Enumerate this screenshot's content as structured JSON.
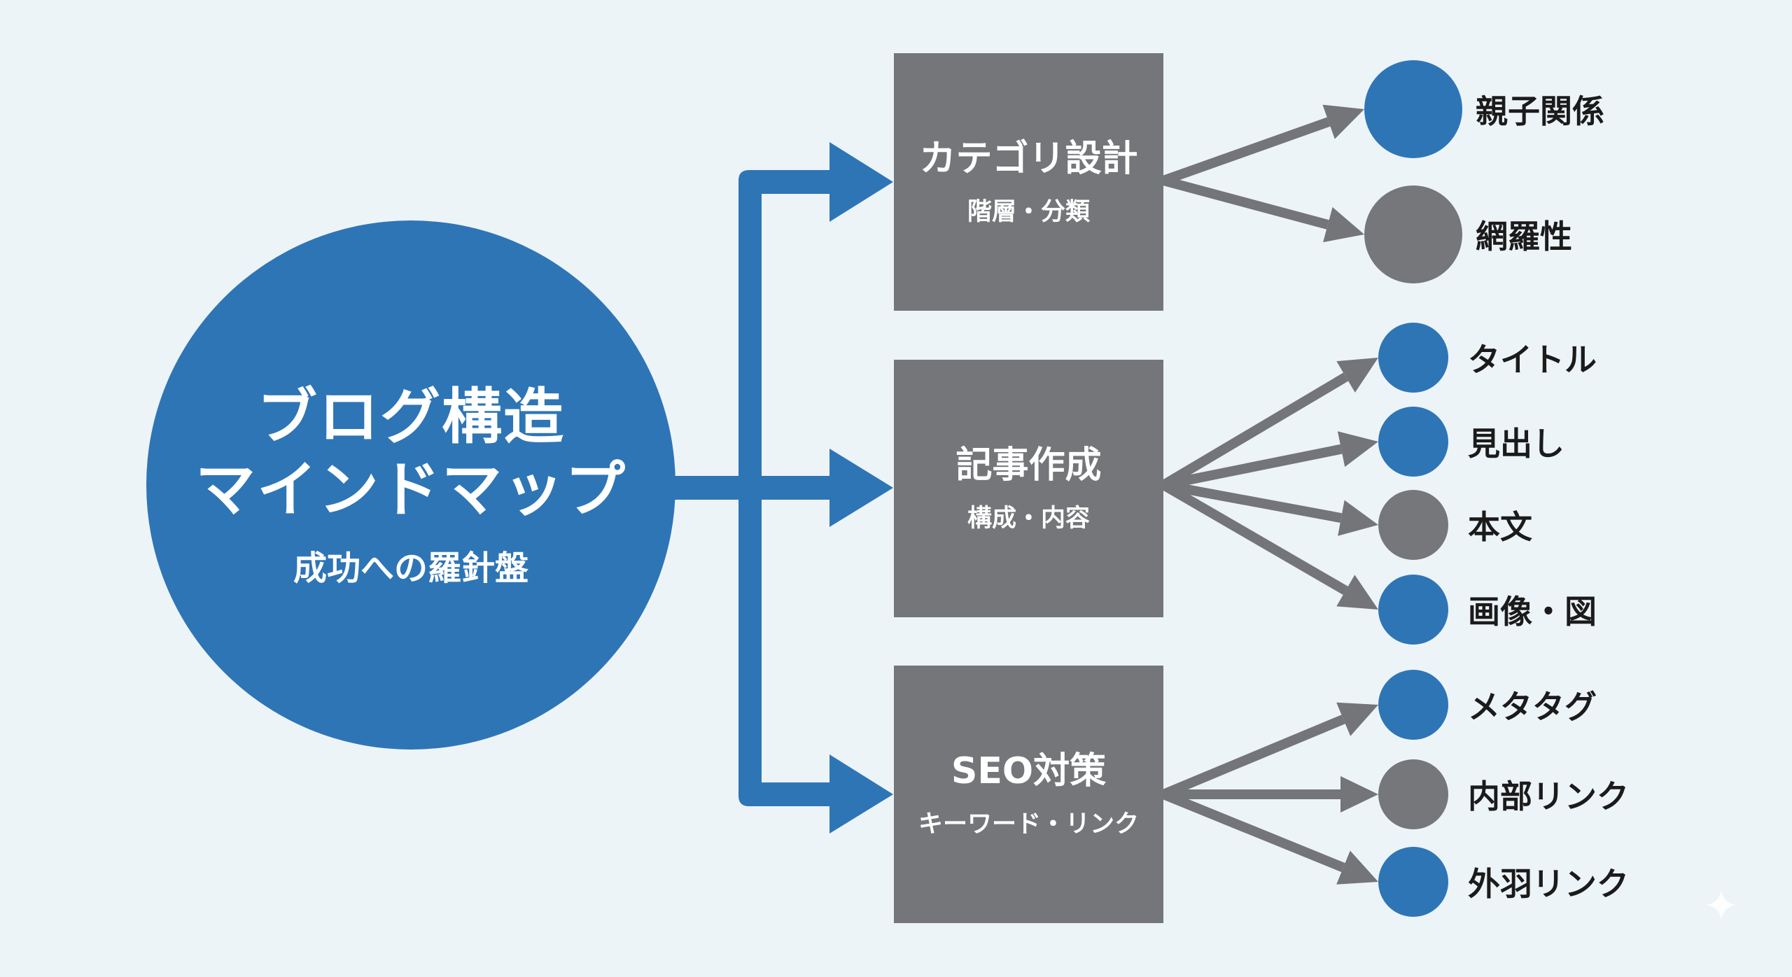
{
  "colors": {
    "background": "#edf4f8",
    "accent_blue": "#2e75b6",
    "box_gray": "#747679",
    "connector_gray": "#737578",
    "leaf_gray": "#76777a",
    "label_dark": "#1b1b1b"
  },
  "root": {
    "title_line1": "ブログ構造",
    "title_line2": "マインドマップ",
    "subtitle": "成功への羅針盤"
  },
  "branches": [
    {
      "title": "カテゴリ設計",
      "subtitle": "階層・分類",
      "leaves": [
        {
          "label": "親子関係",
          "color": "blue"
        },
        {
          "label": "網羅性",
          "color": "gray"
        }
      ]
    },
    {
      "title": "記事作成",
      "subtitle": "構成・内容",
      "leaves": [
        {
          "label": "タイトル",
          "color": "blue"
        },
        {
          "label": "見出し",
          "color": "blue"
        },
        {
          "label": "本文",
          "color": "gray"
        },
        {
          "label": "画像・図",
          "color": "blue"
        }
      ]
    },
    {
      "title": "SEO対策",
      "subtitle": "キーワード・リンク",
      "leaves": [
        {
          "label": "メタタグ",
          "color": "blue"
        },
        {
          "label": "内部リンク",
          "color": "gray"
        },
        {
          "label": "外羽リンク",
          "color": "blue"
        }
      ]
    }
  ],
  "watermark": {
    "icon": "sparkle-icon"
  }
}
